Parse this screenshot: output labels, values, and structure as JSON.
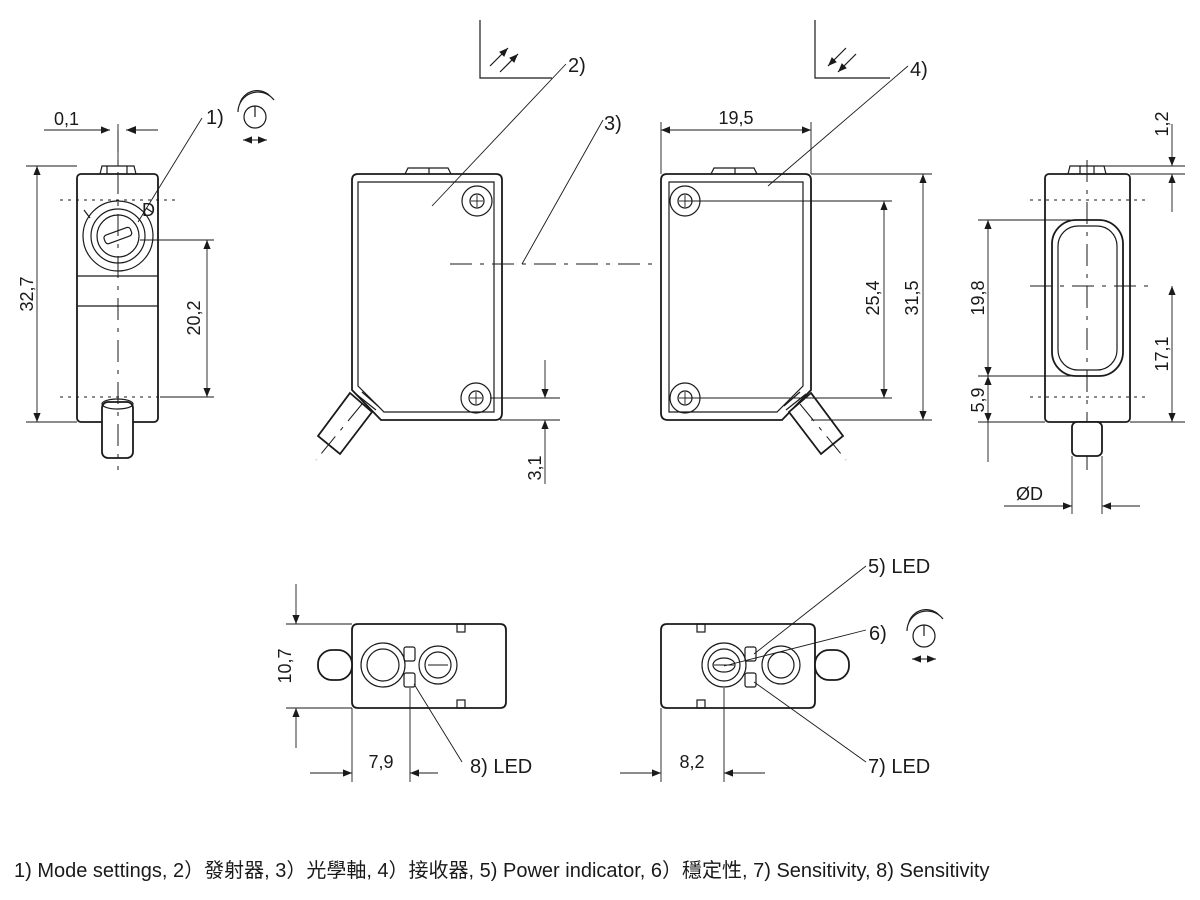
{
  "callouts": {
    "c1": "1)",
    "c2": "2)",
    "c3": "3)",
    "c4": "4)",
    "c5": "5) LED",
    "c6": "6)",
    "c7": "7) LED",
    "c8": "8) LED"
  },
  "dimensions": {
    "d_0_1": "0,1",
    "d_32_7": "32,7",
    "d_20_2": "20,2",
    "d_3_1": "3,1",
    "d_19_5": "19,5",
    "d_25_4": "25,4",
    "d_31_5": "31,5",
    "d_1_2": "1,2",
    "d_19_8": "19,8",
    "d_17_1": "17,1",
    "d_5_9": "5,9",
    "d_phi_d": "ØD",
    "d_10_7": "10,7",
    "d_7_9": "7,9",
    "d_8_2": "8,2"
  },
  "caption": "1) Mode settings, 2）發射器, 3）光學軸, 4）接收器, 5) Power indicator, 6）穩定性, 7) Sensitivity, 8) Sensitivity",
  "icons": [
    "rotary-adjust-icon",
    "emitter-arrow-icon",
    "receiver-arrow-icon"
  ]
}
